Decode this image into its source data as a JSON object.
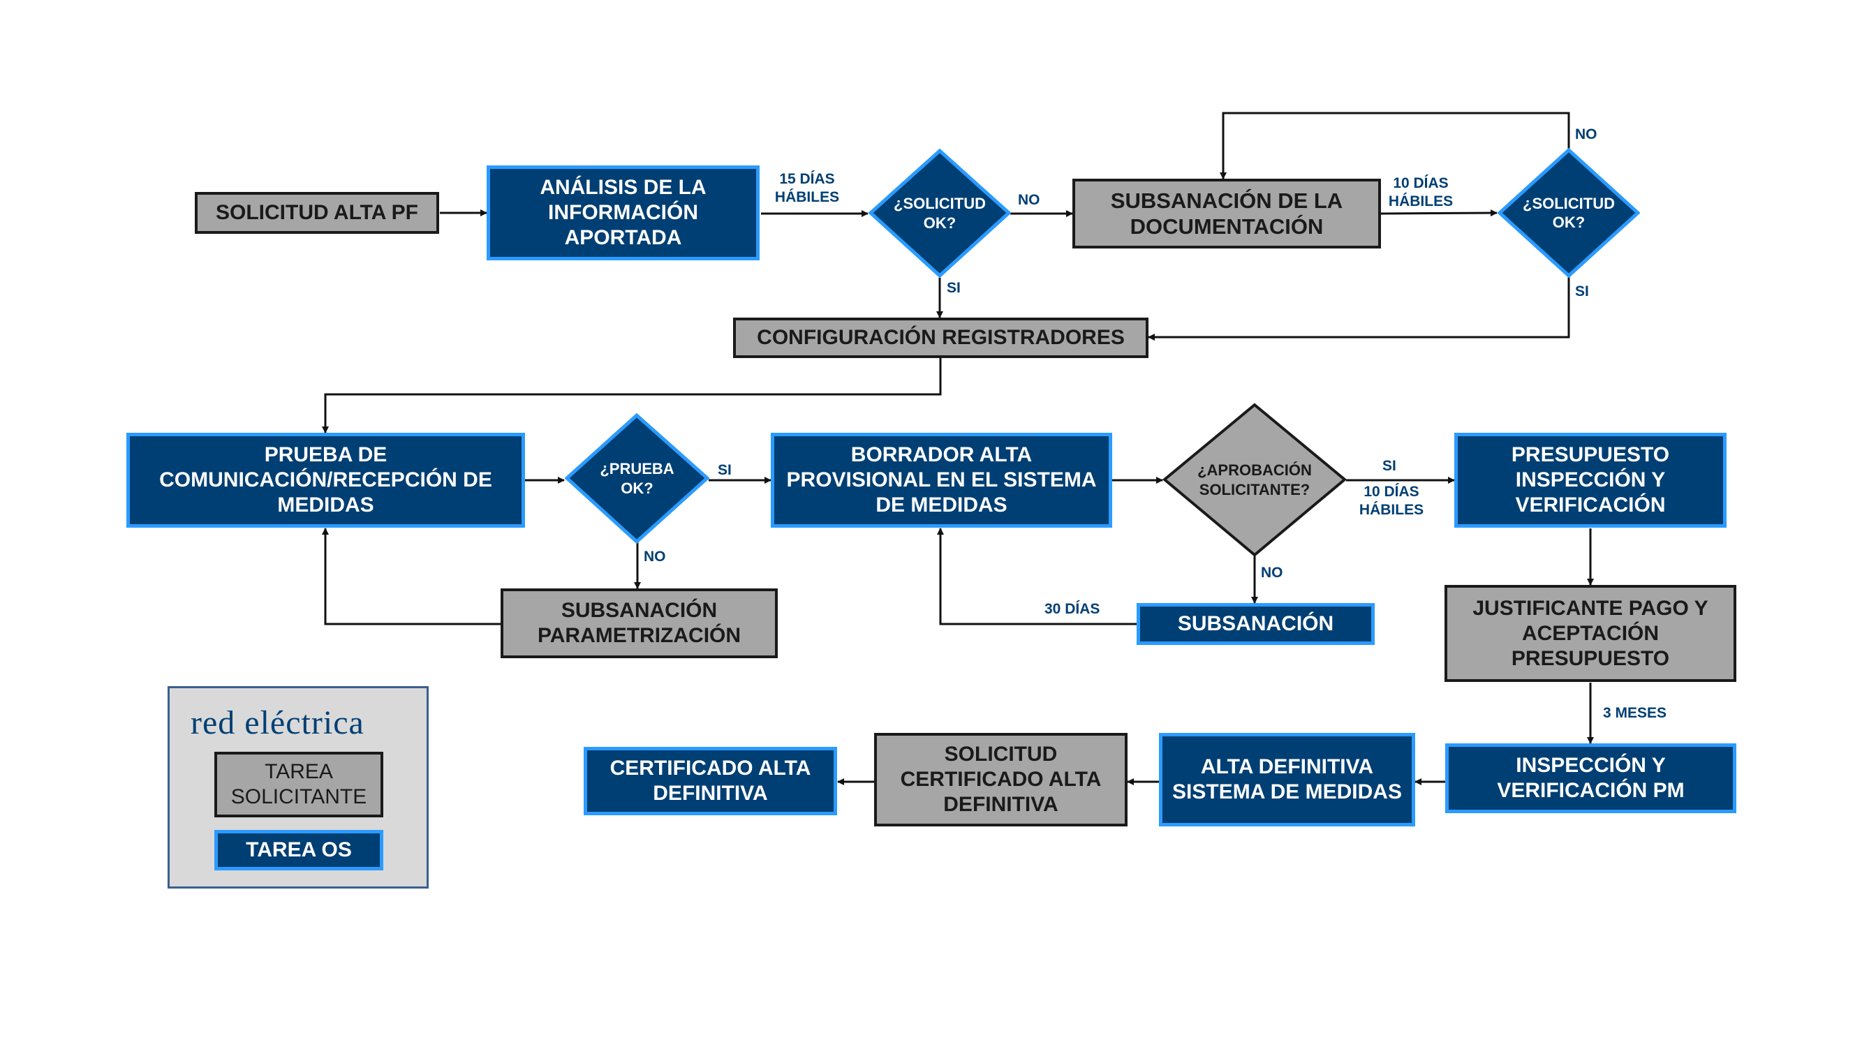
{
  "nodes": {
    "solicitud_alta_pf": "SOLICITUD ALTA PF",
    "analisis": "ANÁLISIS DE LA INFORMACIÓN APORTADA",
    "solicitud_ok_1": "¿SOLICITUD OK?",
    "subsanacion_doc": "SUBSANACIÓN DE LA DOCUMENTACIÓN",
    "solicitud_ok_2": "¿SOLICITUD OK?",
    "configuracion": "CONFIGURACIÓN REGISTRADORES",
    "prueba_comunicacion": "PRUEBA DE COMUNICACIÓN/RECEPCIÓN DE MEDIDAS",
    "prueba_ok": "¿PRUEBA OK?",
    "subsanacion_param": "SUBSANACIÓN PARAMETRIZACIÓN",
    "borrador": "BORRADOR ALTA PROVISIONAL EN EL SISTEMA DE MEDIDAS",
    "aprobacion": "¿APROBACIÓN SOLICITANTE?",
    "subsanacion": "SUBSANACIÓN",
    "presupuesto": "PRESUPUESTO INSPECCIÓN Y VERIFICACIÓN",
    "justificante": "JUSTIFICANTE PAGO Y ACEPTACIÓN PRESUPUESTO",
    "inspeccion_pm": "INSPECCIÓN Y VERIFICACIÓN PM",
    "alta_definitiva": "ALTA DEFINITIVA SISTEMA DE MEDIDAS",
    "solicitud_certificado": "SOLICITUD CERTIFICADO ALTA DEFINITIVA",
    "certificado": "CERTIFICADO ALTA DEFINITIVA"
  },
  "edge_labels": {
    "dias15_a": "15 DÍAS",
    "dias15_b": "HÁBILES",
    "no_1": "NO",
    "si_1": "SI",
    "dias10_a": "10 DÍAS",
    "dias10_b": "HÁBILES",
    "no_2": "NO",
    "si_2": "SI",
    "si_3": "SI",
    "no_3": "NO",
    "si_4": "SI",
    "dias10c_a": "10 DÍAS",
    "dias10c_b": "HÁBILES",
    "no_4": "NO",
    "dias30": "30 DÍAS",
    "meses3": "3 MESES"
  },
  "legend": {
    "logo": "red eléctrica",
    "tarea_solicitante": "TAREA SOLICITANTE",
    "tarea_os": "TAREA OS"
  },
  "colors": {
    "os_fill": "#003f73",
    "os_border": "#2b9bff",
    "solicitante_fill": "#a6a6a6",
    "solicitante_border": "#1a1a1a"
  }
}
